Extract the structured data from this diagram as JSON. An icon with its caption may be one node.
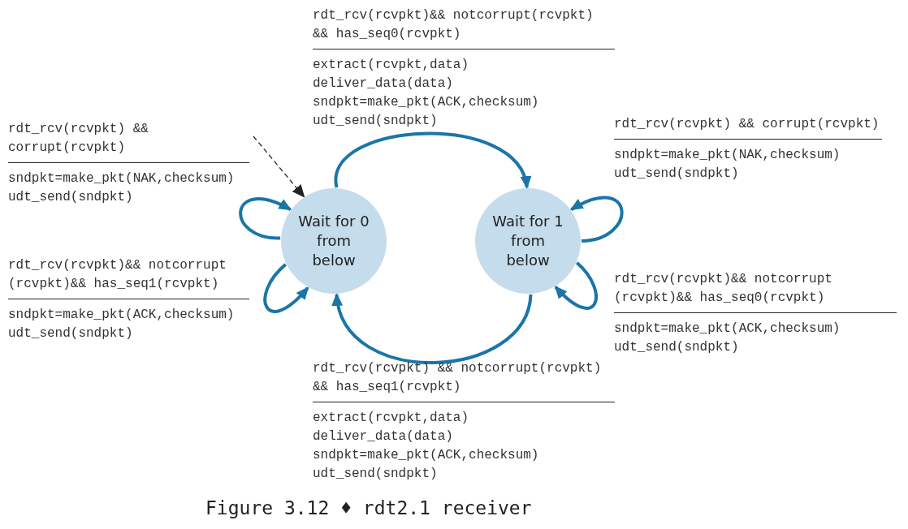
{
  "diagram": {
    "caption": "Figure 3.12 ♦ rdt2.1 receiver",
    "nodes": [
      {
        "text": [
          "Wait for 0 from below"
        ]
      },
      {
        "text": [
          "Wait for 1 from below"
        ]
      }
    ],
    "edges": [
      {
        "from": null,
        "to": 0,
        "arrow": "to",
        "style": "dashed",
        "color": "#222222"
      },
      {
        "from": 0,
        "to": 1,
        "arrow": "to",
        "label": [
          "rdt_rcv(rcvpkt)&& notcorrupt(rcvpkt) && has_seq0(rcvpkt)",
          "extract(rcvpkt,data) deliver_data(data) sndpkt=make_pkt(ACK,checksum) udt_send(sndpkt)"
        ]
      },
      {
        "from": 0,
        "to": 0,
        "arrow": "to",
        "label": [
          "rdt_rcv(rcvpkt) && corrupt(rcvpkt)",
          "sndpkt=make_pkt(NAK,checksum) udt_send(sndpkt)"
        ]
      },
      {
        "from": 0,
        "to": 0,
        "arrow": "to",
        "label": [
          "rdt_rcv(rcvpkt)&& notcorrupt (rcvpkt)&& has_seq1(rcvpkt)",
          "sndpkt=make_pkt(ACK,checksum) udt_send(sndpkt)"
        ]
      },
      {
        "from": 1,
        "to": 1,
        "arrow": "to",
        "label": [
          "rdt_rcv(rcvpkt) && corrupt(rcvpkt)",
          "sndpkt=make_pkt(NAK,checksum) udt_send(sndpkt)"
        ]
      },
      {
        "from": 1,
        "to": 1,
        "arrow": "to",
        "label": [
          "rdt_rcv(rcvpkt)&& notcorrupt (rcvpkt)&& has_seq0(rcvpkt)",
          "sndpkt=make_pkt(ACK,checksum) udt_send(sndpkt)"
        ]
      },
      {
        "from": 1,
        "to": 0,
        "arrow": "to",
        "label": [
          "rdt_rcv(rcvpkt) && notcorrupt(rcvpkt) && has_seq1(rcvpkt)",
          "extract(rcvpkt,data) deliver_data(data) sndpkt=make_pkt(ACK,checksum) udt_send(sndpkt)"
        ]
      }
    ]
  }
}
